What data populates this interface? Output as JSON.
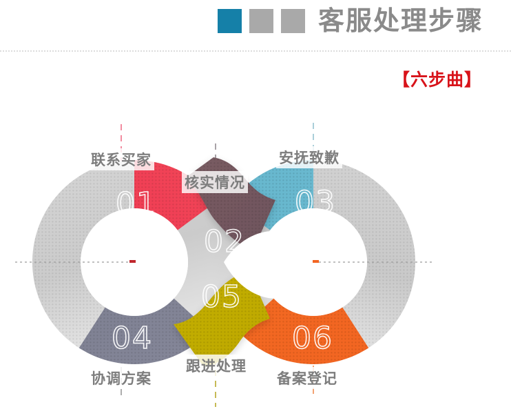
{
  "header": {
    "title": "客服处理步骤",
    "squares": [
      {
        "name": "square-accent",
        "color": "#1580a8"
      },
      {
        "name": "square-gray-1",
        "color": "#a9a9a9"
      },
      {
        "name": "square-gray-2",
        "color": "#a9a9a9"
      }
    ]
  },
  "subtitle": {
    "text": "【六步曲】",
    "color": "#d8131a"
  },
  "diagram": {
    "type": "infinity-loop-process",
    "steps": [
      {
        "number": "01",
        "label": "联系买家",
        "color": "#f0394d",
        "connector_color": "#f08ea0",
        "position": "left-ring-top-right"
      },
      {
        "number": "02",
        "label": "核实情况",
        "color": "#7a5c63",
        "connector_color": "#a09aa0",
        "position": "center-upper-cross"
      },
      {
        "number": "03",
        "label": "安抚致歉",
        "color": "#61b4cc",
        "connector_color": "#a8cdd9",
        "position": "right-ring-top-left"
      },
      {
        "number": "04",
        "label": "协调方案",
        "color": "#7d7f91",
        "connector_color": "#aaaaaa",
        "position": "left-ring-bottom"
      },
      {
        "number": "05",
        "label": "跟进处理",
        "color": "#c2ad06",
        "connector_color": "#c8bb55",
        "position": "center-lower-cross"
      },
      {
        "number": "06",
        "label": "备案登记",
        "color": "#f26522",
        "connector_color": "#f0a173",
        "position": "right-ring-bottom"
      }
    ],
    "inactive_color": "#cfcfcf",
    "axis_marker_left_color": "#d8131a",
    "axis_marker_right_color": "#f26522"
  }
}
